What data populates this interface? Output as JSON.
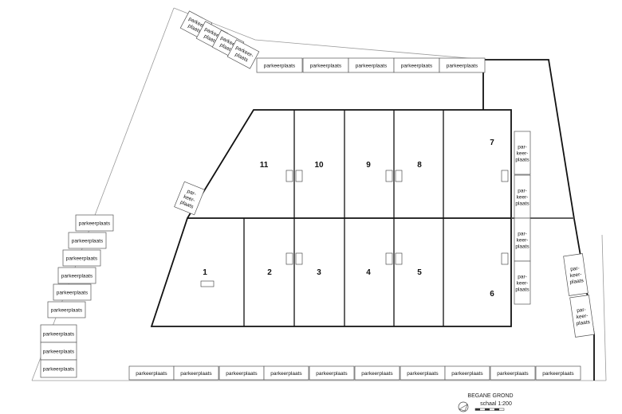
{
  "parking_label": "parkeerplaats",
  "parking_label_split": [
    "parkeer-",
    "plaats"
  ],
  "parking_label_split3": [
    "par-",
    "keer-",
    "plaats"
  ],
  "units": [
    "1",
    "2",
    "3",
    "4",
    "5",
    "6",
    "7",
    "8",
    "9",
    "10",
    "11"
  ],
  "title_block": {
    "title": "BEGANE GROND",
    "scale": "schaal 1:200"
  }
}
